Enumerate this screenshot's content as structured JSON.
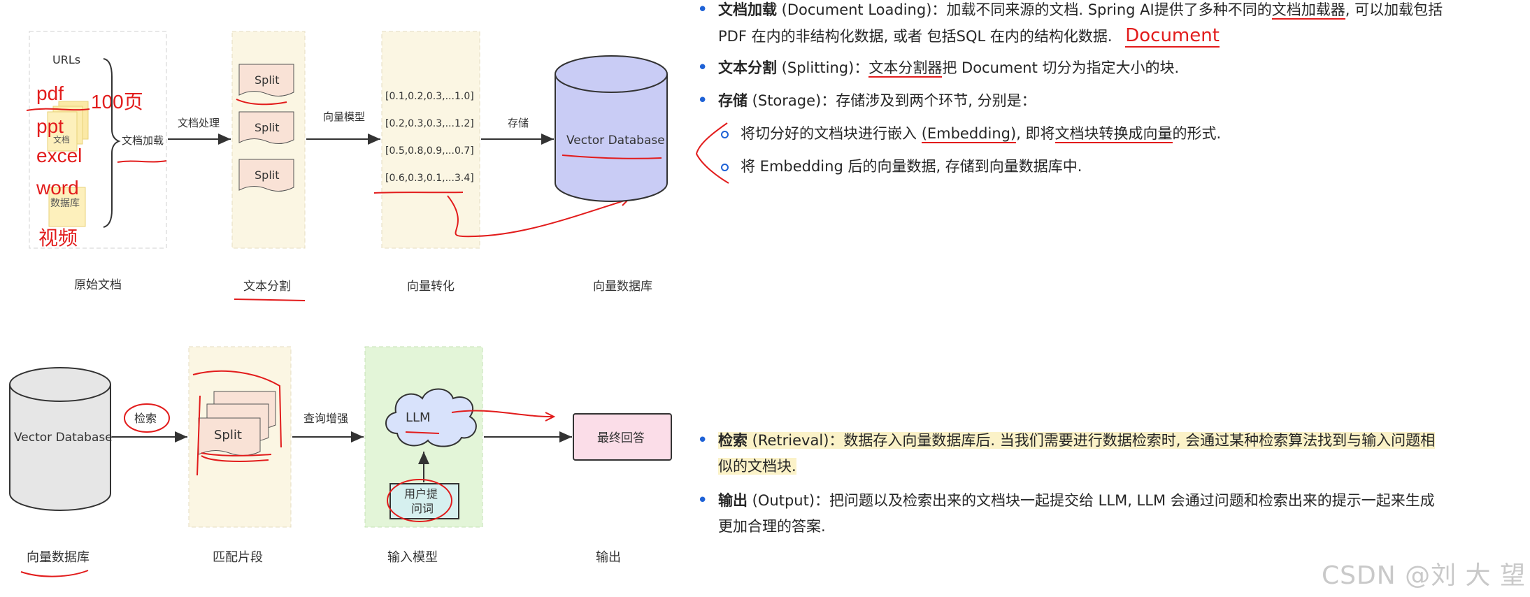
{
  "top_flow": {
    "source_items": [
      "URLs",
      "pdf",
      "ppt",
      "excel",
      "word",
      "视频"
    ],
    "source_doc_labels": [
      "文档",
      "数据库"
    ],
    "page_count_note": "100页",
    "load_label": "文档加载",
    "process_label": "文档处理",
    "split_labels": [
      "Split",
      "Split",
      "Split"
    ],
    "embed_model_label": "向量模型",
    "vectors": [
      "[0.1,0.2,0.3,...1.0]",
      "[0.2,0.3,0.3,...1.2]",
      "[0.5,0.8,0.9,...0.7]",
      "[0.6,0.3,0.1,...3.4]"
    ],
    "store_label": "存储",
    "db_label": "Vector Database",
    "stage_labels": [
      "原始文档",
      "文本分割",
      "向量转化",
      "向量数据库"
    ]
  },
  "bottom_flow": {
    "db_label": "Vector Database",
    "retrieve_label": "检索",
    "split_label": "Split",
    "augment_label": "查询增强",
    "llm_label": "LLM",
    "prompt_label_lines": [
      "用户提",
      "问词"
    ],
    "answer_label": "最终回答",
    "stage_labels": [
      "向量数据库",
      "匹配片段",
      "输入模型",
      "输出"
    ]
  },
  "notes_top": {
    "loading_title": "文档加载",
    "loading_text_1": " (Document Loading)：加载不同来源的文档. Spring AI提供了多种不同的",
    "loading_ul": "文档加载器",
    "loading_text_2": ", 可以加载包括",
    "loading_line2": "PDF 在内的非结构化数据, 或者 包括SQL 在内的结构化数据.",
    "loading_annotation": "Document",
    "split_title": "文本分割",
    "split_text_1": " (Splitting)：",
    "split_ul": "文本分割器",
    "split_text_2": "把 Document 切分为指定大小的块.",
    "storage_title": "存储",
    "storage_text": " (Storage)：存储涉及到两个环节, 分别是：",
    "storage_sub1_a": "将切分好的文档块进行嵌入 ",
    "storage_sub1_ul": "(Embedding)",
    "storage_sub1_b": ", 即将",
    "storage_sub1_ul2": "文档块转换成向量",
    "storage_sub1_c": "的形式.",
    "storage_sub2": "将 Embedding 后的向量数据, 存储到向量数据库中."
  },
  "notes_bottom": {
    "retrieval_title": "检索",
    "retrieval_text_1": " (Retrieval)：数据存入向量数据库后. 当我们需要进行数据检索时, 会通过某种检索算法找到与输入问题相",
    "retrieval_text_2": "似的文档块.",
    "output_title": "输出",
    "output_text_1": " (Output)：把问题以及检索出来的文档块一起提交给 LLM, LLM 会通过问题和检索出来的提示一起来生成",
    "output_text_2": "更加合理的答案."
  },
  "watermark": "CSDN @刘 大 望",
  "colors": {
    "annotation_red": "#e21c1c",
    "bullet_blue": "#1f62d6",
    "db_fill": "#c9ccf5",
    "split_fill": "#f9e2d6",
    "panel_yellow": "#fbf6e3",
    "panel_green": "#e3f5d8",
    "answer_fill": "#fbdde8",
    "llm_fill": "#d8e2fb",
    "prompt_fill": "#d6f0ef"
  }
}
